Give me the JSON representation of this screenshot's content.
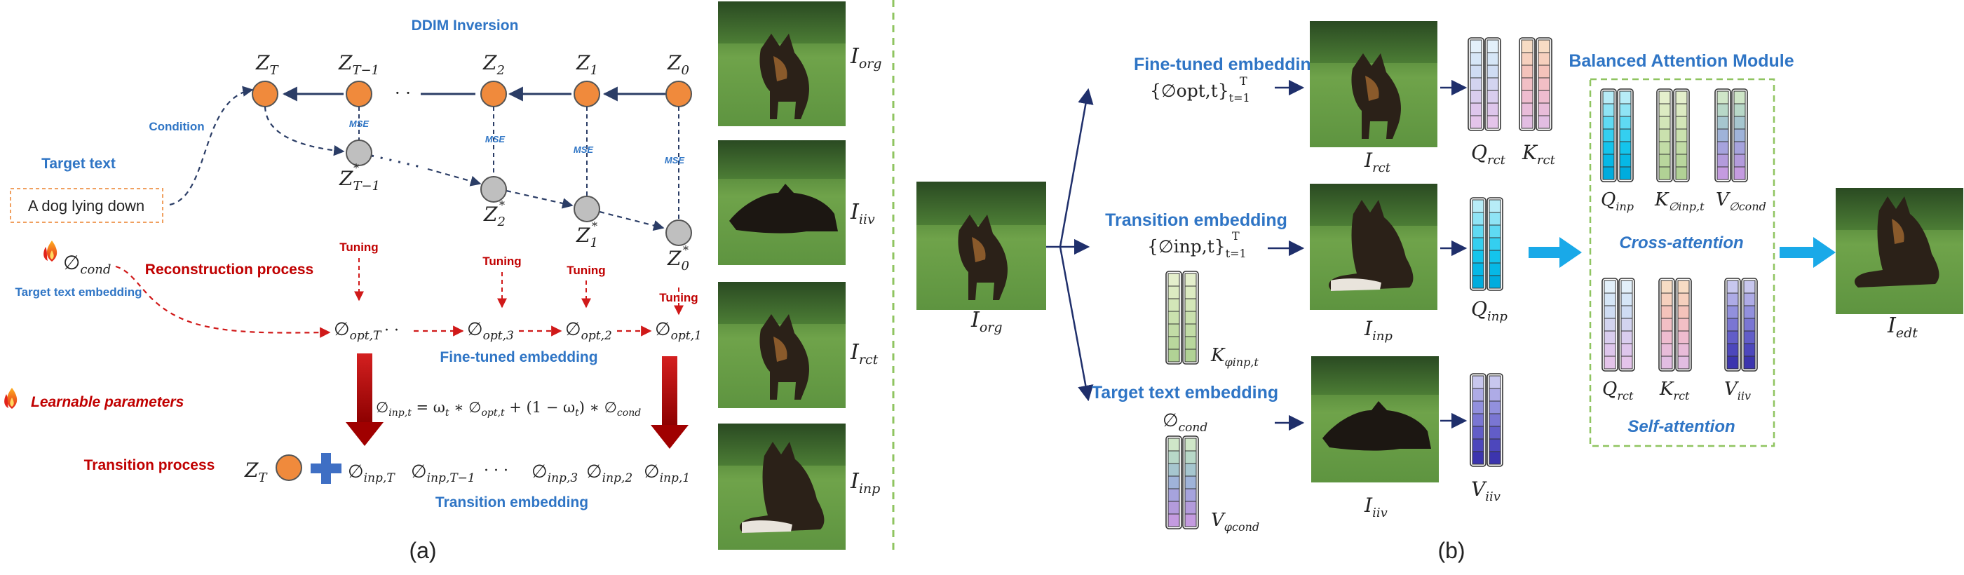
{
  "panel_a": {
    "ddim_inversion": "DDIM Inversion",
    "z_top": [
      {
        "label": "Z",
        "sub": "T"
      },
      {
        "label": "Z",
        "sub": "T−1"
      },
      {
        "label": "Z",
        "sub": "2"
      },
      {
        "label": "Z",
        "sub": "1"
      },
      {
        "label": "Z",
        "sub": "0"
      }
    ],
    "z_star": [
      {
        "label": "Z",
        "sub": "T−1",
        "sup": "*"
      },
      {
        "label": "Z",
        "sub": "2",
        "sup": "*"
      },
      {
        "label": "Z",
        "sub": "1",
        "sup": "*"
      },
      {
        "label": "Z",
        "sub": "0",
        "sup": "*"
      }
    ],
    "mse": "MSE",
    "condition": "Condition",
    "target_text_title": "Target text",
    "prompt": "A dog lying down",
    "phi_cond": "∅",
    "phi_cond_sub": "cond",
    "target_text_embedding": "Target text embedding",
    "reconstruction_process": "Reconstruction process",
    "tuning": "Tuning",
    "phi_opt": [
      {
        "label": "∅",
        "sub": "opt,T"
      },
      {
        "label": "∅",
        "sub": "opt,3"
      },
      {
        "label": "∅",
        "sub": "opt,2"
      },
      {
        "label": "∅",
        "sub": "opt,1"
      }
    ],
    "fine_tuned_embedding": "Fine-tuned embedding",
    "learnable_parameters": "Learnable parameters",
    "formula": "∅inp,t = ωt ∗ ∅opt,t + (1 − ωt) ∗ ∅cond",
    "transition_process": "Transition process",
    "zt": {
      "label": "Z",
      "sub": "T"
    },
    "phi_inp": [
      {
        "label": "∅",
        "sub": "inp,T"
      },
      {
        "label": "∅",
        "sub": "inp,T−1"
      },
      {
        "label": "∅",
        "sub": "inp,3"
      },
      {
        "label": "∅",
        "sub": "inp,2"
      },
      {
        "label": "∅",
        "sub": "inp,1"
      }
    ],
    "transition_embedding": "Transition embedding",
    "images": [
      {
        "label": "I",
        "sub": "org"
      },
      {
        "label": "I",
        "sub": "iiv"
      },
      {
        "label": "I",
        "sub": "rct"
      },
      {
        "label": "I",
        "sub": "inp"
      }
    ],
    "caption": "(a)"
  },
  "panel_b": {
    "input_image": {
      "label": "I",
      "sub": "org"
    },
    "fine_tuned_embedding": "Fine-tuned embedding",
    "fine_tuned_set": "{∅opt,t}",
    "fine_tuned_set_sub": "t=1",
    "fine_tuned_set_sup": "T",
    "transition_embedding": "Transition embedding",
    "transition_set": "{∅inp,t}",
    "transition_set_sub": "t=1",
    "transition_set_sup": "T",
    "k_inp": {
      "label": "K",
      "sub": "φinp,t"
    },
    "target_text_embedding": "Target text embedding",
    "phi_cond": {
      "label": "∅",
      "sub": "cond"
    },
    "v_cond": {
      "label": "V",
      "sub": "φcond"
    },
    "i_rct": {
      "label": "I",
      "sub": "rct"
    },
    "i_inp": {
      "label": "I",
      "sub": "inp"
    },
    "i_iiv": {
      "label": "I",
      "sub": "iiv"
    },
    "q_rct": {
      "label": "Q",
      "sub": "rct"
    },
    "k_rct": {
      "label": "K",
      "sub": "rct"
    },
    "q_inp": {
      "label": "Q",
      "sub": "inp"
    },
    "v_iiv": {
      "label": "V",
      "sub": "iiv"
    },
    "balanced_attention_module": "Balanced Attention Module",
    "cross_q": {
      "label": "Q",
      "sub": "inp"
    },
    "cross_k": {
      "label": "K",
      "sub": "∅inp,t"
    },
    "cross_v": {
      "label": "V",
      "sub": "∅cond"
    },
    "cross_attention": "Cross-attention",
    "self_q": {
      "label": "Q",
      "sub": "rct"
    },
    "self_k": {
      "label": "K",
      "sub": "rct"
    },
    "self_v": {
      "label": "V",
      "sub": "iiv"
    },
    "self_attention": "Self-attention",
    "output_image": {
      "label": "I",
      "sub": "edt"
    },
    "caption": "(b)"
  },
  "colors": {
    "blue_text": "#2f75c5",
    "red_text": "#c00000",
    "node_orange": "#f08a3c",
    "node_gray": "#bfbfbf",
    "divider_green": "#8fc460",
    "cyan_arrow": "#19a9e8"
  }
}
